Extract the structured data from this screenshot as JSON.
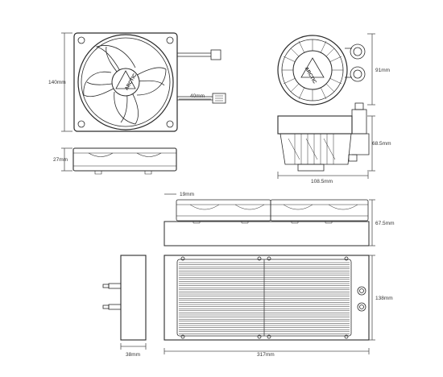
{
  "brand": "ARCTIC",
  "dimensions": {
    "fan_height": "140mm",
    "fan_cable": "40mm",
    "fan_thickness": "27mm",
    "pump_height": "91mm",
    "pump_depth": "68.5mm",
    "pump_width": "108.5mm",
    "radiator_fan_gap": "19mm",
    "radiator_stack": "67.5mm",
    "radiator_height": "138mm",
    "radiator_thickness": "38mm",
    "radiator_length": "317mm"
  },
  "colors": {
    "line": "#2a2a2a",
    "dim": "#555555"
  }
}
